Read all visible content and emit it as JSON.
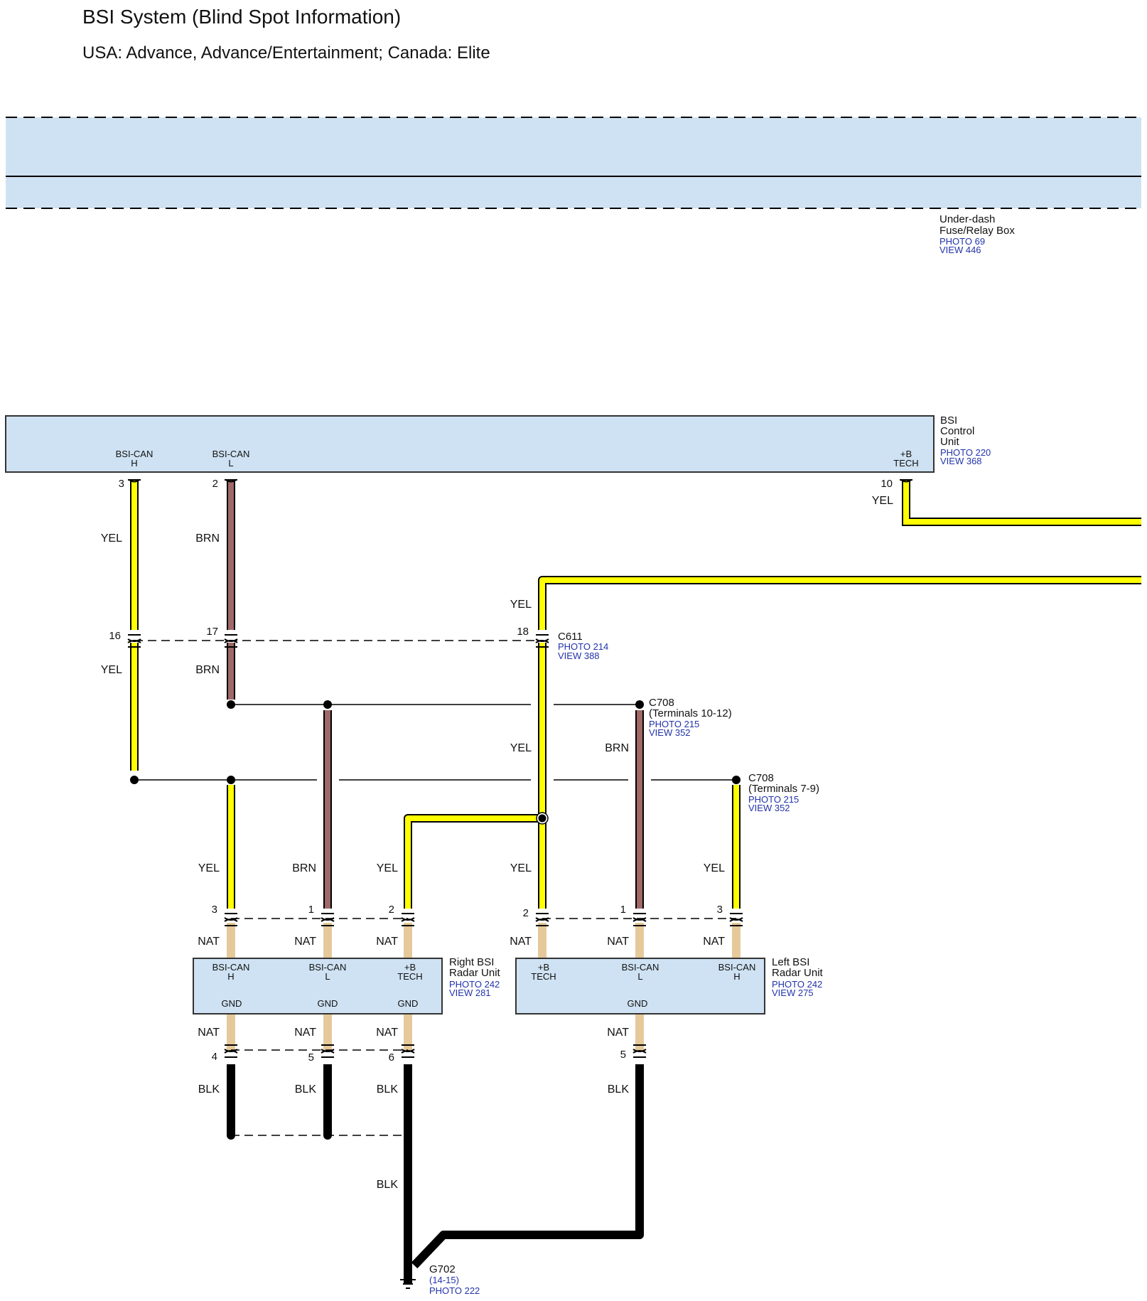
{
  "title": "BSI System (Blind Spot Information)",
  "subtitle": "USA: Advance, Advance/Entertainment; Canada: Elite",
  "components": {
    "fuse_box": {
      "name_lines": [
        "Under-dash",
        "Fuse/Relay Box"
      ],
      "photo": "PHOTO 69",
      "view": "VIEW 446"
    },
    "control_unit": {
      "name_lines": [
        "BSI",
        "Control",
        "Unit"
      ],
      "photo": "PHOTO 220",
      "view": "VIEW 368",
      "pins": [
        {
          "label": [
            "BSI-CAN",
            "H"
          ],
          "number": "3"
        },
        {
          "label": [
            "BSI-CAN",
            "L"
          ],
          "number": "2"
        },
        {
          "label": [
            "+B",
            "TECH"
          ],
          "number": "10"
        }
      ]
    },
    "c611": {
      "name": "C611",
      "photo": "PHOTO 214",
      "view": "VIEW 388",
      "pins": [
        "16",
        "17",
        "18"
      ]
    },
    "c708_a": {
      "name_lines": [
        "C708",
        "(Terminals 10-12)"
      ],
      "photo": "PHOTO 215",
      "view": "VIEW 352"
    },
    "c708_b": {
      "name_lines": [
        "C708",
        "(Terminals 7-9)"
      ],
      "photo": "PHOTO 215",
      "view": "VIEW 352"
    },
    "right_radar": {
      "name_lines": [
        "Right BSI",
        "Radar Unit"
      ],
      "photo": "PHOTO 242",
      "view": "VIEW 281",
      "top_pins": [
        {
          "label": [
            "BSI-CAN",
            "H"
          ],
          "number": "3"
        },
        {
          "label": [
            "BSI-CAN",
            "L"
          ],
          "number": "1"
        },
        {
          "label": [
            "+B",
            "TECH"
          ],
          "number": "2"
        }
      ],
      "gnd_pins": [
        {
          "label": "GND",
          "number": "4"
        },
        {
          "label": "GND",
          "number": "5"
        },
        {
          "label": "GND",
          "number": "6"
        }
      ]
    },
    "left_radar": {
      "name_lines": [
        "Left BSI",
        "Radar Unit"
      ],
      "photo": "PHOTO 242",
      "view": "VIEW 275",
      "top_pins": [
        {
          "label": [
            "+B",
            "TECH"
          ],
          "number": "2"
        },
        {
          "label": [
            "BSI-CAN",
            "L"
          ],
          "number": "1"
        },
        {
          "label": [
            "BSI-CAN",
            "H"
          ],
          "number": "3"
        }
      ],
      "gnd_pins": [
        {
          "label": "GND",
          "number": "5"
        }
      ]
    },
    "ground": {
      "name_lines": [
        "G702",
        "(14-15)"
      ],
      "photo": "PHOTO 222"
    }
  },
  "wire_colors": {
    "YEL": "#ffff00",
    "BRN": "#a06868",
    "NAT": "#e6c99a",
    "BLK": "#000000"
  },
  "wire_labels": {
    "yel": "YEL",
    "brn": "BRN",
    "nat": "NAT",
    "blk": "BLK"
  },
  "colors": {
    "component_fill": "#cfe2f3",
    "reference_text": "#2233aa"
  }
}
